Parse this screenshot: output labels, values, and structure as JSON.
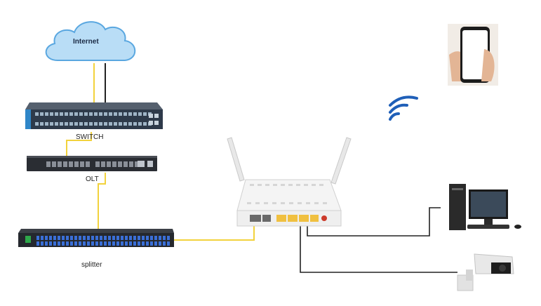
{
  "labels": {
    "internet": "Internet",
    "switch": "SWITCH",
    "olt": "OLT",
    "splitter": "splitter"
  },
  "colors": {
    "fiber_link": "#f2d23c",
    "ethernet_link": "#222222",
    "cloud_fill": "#b9ddf6",
    "cloud_stroke": "#5aa7e0",
    "wifi": "#1f5fb8",
    "switch_body": "#2e3a4a",
    "switch_accent": "#2f86c8",
    "splitter_port": "#3a6fd8",
    "router_body": "#f4f4f4"
  },
  "icons": [
    "cloud-icon",
    "switch-device",
    "olt-device",
    "splitter-device",
    "router-device",
    "wifi-icon",
    "smartphone-icon",
    "desktop-pc-icon",
    "cctv-camera-icon"
  ]
}
